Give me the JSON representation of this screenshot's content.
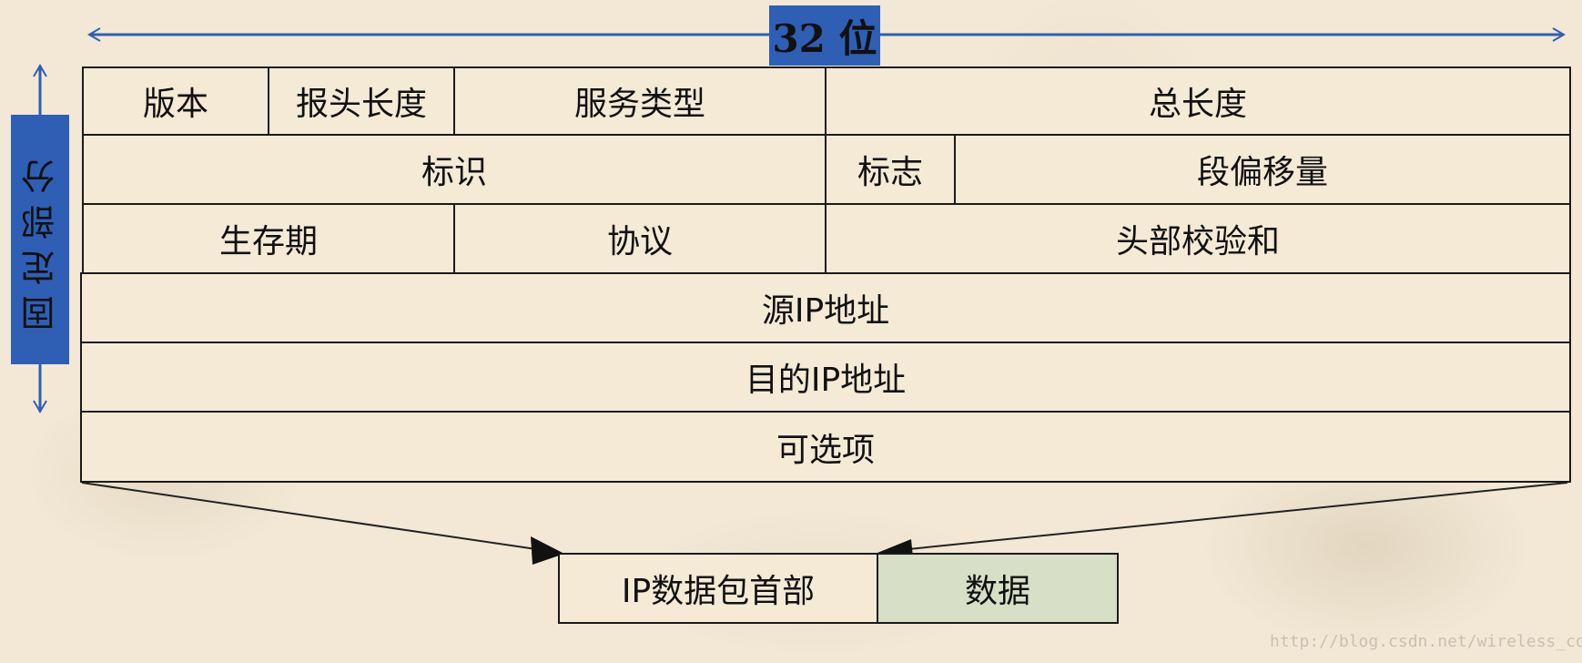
{
  "width_label": "32 位",
  "vertical_label": "固定部分",
  "rows": {
    "version": "版本",
    "header_length": "报头长度",
    "service_type": "服务类型",
    "total_length": "总长度",
    "identification": "标识",
    "flags": "标志",
    "fragment_offset": "段偏移量",
    "ttl": "生存期",
    "protocol": "协议",
    "header_checksum": "头部校验和",
    "source_ip": "源IP地址",
    "dest_ip": "目的IP地址",
    "options": "可选项"
  },
  "packet": {
    "header": "IP数据包首部",
    "data": "数据"
  },
  "watermark": "http://blog.csdn.net/wireless_com",
  "colors": {
    "label_bg": "#2f5fb4",
    "data_bg": "#d7dfc6",
    "arrow": "#2f5fb4"
  }
}
